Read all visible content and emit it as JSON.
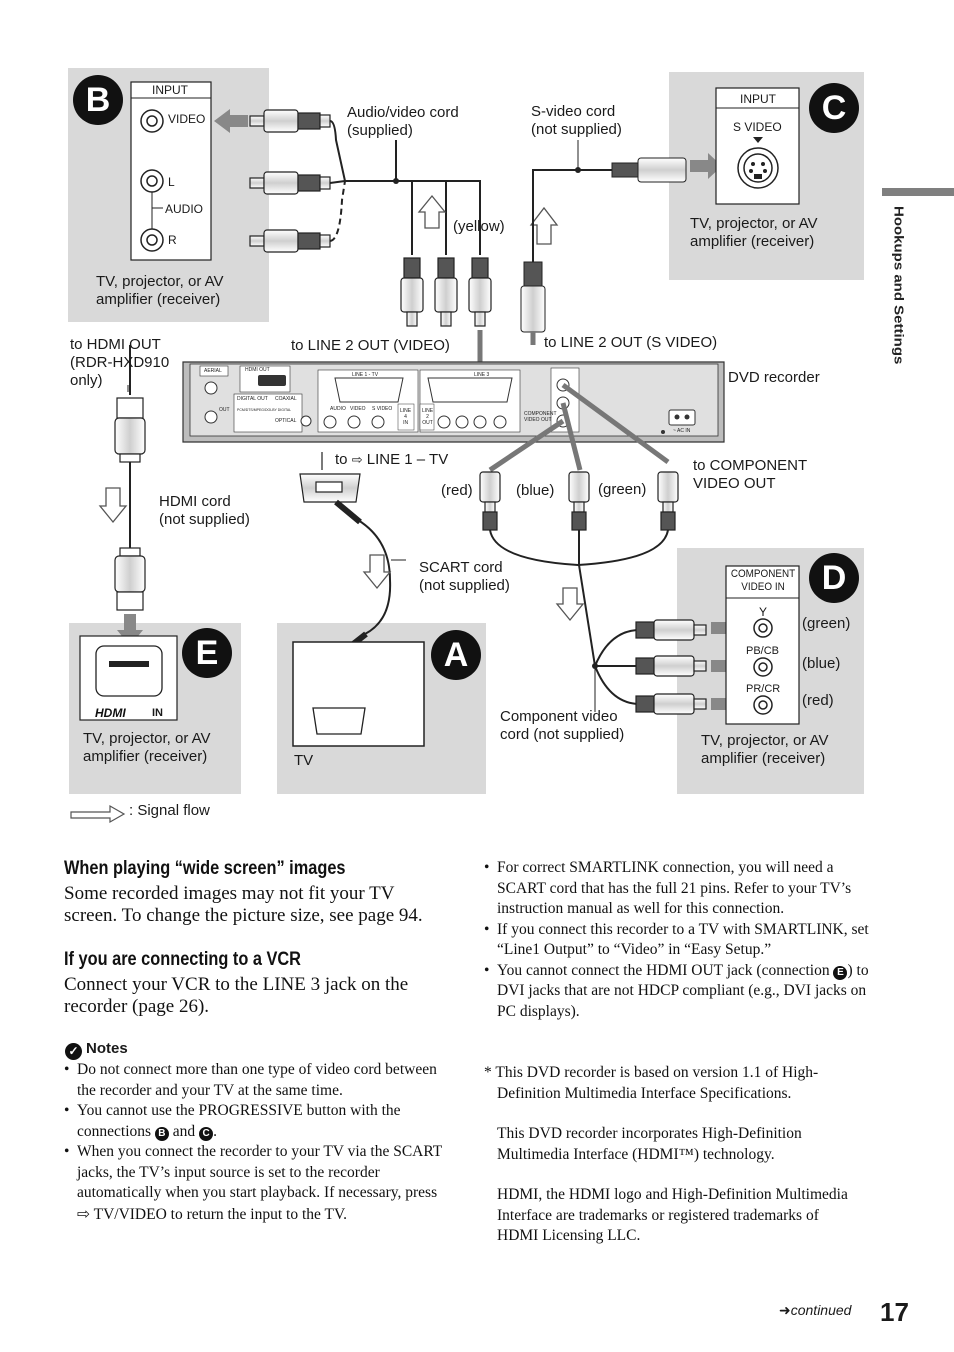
{
  "sidebar": {
    "section": "Hookups and Settings"
  },
  "diagram": {
    "badges": {
      "a": "A",
      "b": "B",
      "c": "C",
      "d": "D",
      "e": "E"
    },
    "panel_b": {
      "input_title": "INPUT",
      "video": "VIDEO",
      "l": "L",
      "audio": "AUDIO",
      "r": "R",
      "device": "TV, projector, or AV\namplifier (receiver)"
    },
    "panel_c": {
      "input_title": "INPUT",
      "svideo": "S VIDEO",
      "device": "TV, projector, or AV\namplifier (receiver)"
    },
    "panel_d": {
      "comp_title": "COMPONENT\nVIDEO IN",
      "y": "Y",
      "pb": "PB/CB",
      "pr": "PR/CR",
      "green": "(green)",
      "blue": "(blue)",
      "red": "(red)",
      "device": "TV, projector, or AV\namplifier (receiver)"
    },
    "panel_e": {
      "hdmi_in": "IN",
      "device": "TV, projector, or AV\namplifier (receiver)"
    },
    "panel_a": {
      "tv": "TV"
    },
    "labels": {
      "av_cord": "Audio/video cord\n(supplied)",
      "svideo_cord": "S-video cord\n(not supplied)",
      "yellow": "(yellow)",
      "to_hdmi_out": "to HDMI OUT\n(RDR-HXD910\nonly)",
      "to_line2_video": "to LINE 2 OUT (VIDEO)",
      "to_line2_svideo": "to LINE 2 OUT (S VIDEO)",
      "dvd_recorder": "DVD recorder",
      "to_line1_prefix": "to",
      "to_line1_suffix": "LINE 1 – TV",
      "to_component": "to COMPONENT\nVIDEO OUT",
      "red": "(red)",
      "blue": "(blue)",
      "green": "(green)",
      "hdmi_cord": "HDMI cord\n(not supplied)",
      "scart_cord": "SCART cord\n(not supplied)",
      "component_cord": "Component video\ncord (not supplied)",
      "signal_flow": ": Signal flow"
    },
    "recorder_panel": {
      "aerial": "AERIAL",
      "hdmi_out": "HDMI OUT",
      "out": "OUT",
      "digital_out": "DIGITAL OUT",
      "coaxial": "COAXIAL",
      "pcm": "PCM/DTS/MPEG/DOLBY DIGITAL",
      "optical": "OPTICAL",
      "line1_tv": "LINE 1 - TV",
      "audio": "AUDIO",
      "video": "VIDEO",
      "svideo": "S VIDEO",
      "line4_in": "LINE\n4\nIN",
      "line2_out": "LINE\n2\nOUT",
      "line3": "LINE 3",
      "component_out": "COMPONENT\nVIDEO OUT",
      "ac_in": "~ AC IN"
    }
  },
  "text": {
    "wide_title": "When playing “wide screen” images",
    "wide_body": "Some recorded images may not fit your TV\nscreen. To change the picture size, see page 94.",
    "vcr_title": "If you are connecting to a VCR",
    "vcr_body": "Connect your VCR to the LINE 3 jack on the\nrecorder (page 26).",
    "notes_title": "Notes",
    "note1": "Do not connect more than one type of video cord between the recorder and your TV at the same time.",
    "note2_a": "You cannot use the PROGRESSIVE button with the connections",
    "note2_b": "and",
    "note2_c": ".",
    "note3_a": "When you connect the recorder to your TV via the SCART jacks, the TV’s input source is set to the recorder automatically when you start playback. If necessary, press",
    "note3_b": "TV/VIDEO to return the input to the TV.",
    "r1": "For correct SMARTLINK connection, you will need a SCART cord that has the full 21 pins. Refer to your TV’s instruction manual as well for this connection.",
    "r2": "If you connect this recorder to a TV with SMARTLINK, set “Line1 Output” to “Video” in “Easy Setup.”",
    "r3_a": "You cannot connect the HDMI OUT jack (connection",
    "r3_b": ") to DVI jacks that are not HDCP compliant (e.g., DVI jacks on PC displays).",
    "fn1": "* This DVD recorder is based on version 1.1 of High-Definition Multimedia Interface Specifications.",
    "fn2": "This DVD recorder incorporates High-Definition Multimedia Interface (HDMI™) technology.",
    "fn3": "HDMI, the HDMI logo and High-Definition Multimedia Interface are trademarks or registered trademarks of HDMI Licensing LLC.",
    "continued": "continued",
    "page_number": "17"
  }
}
